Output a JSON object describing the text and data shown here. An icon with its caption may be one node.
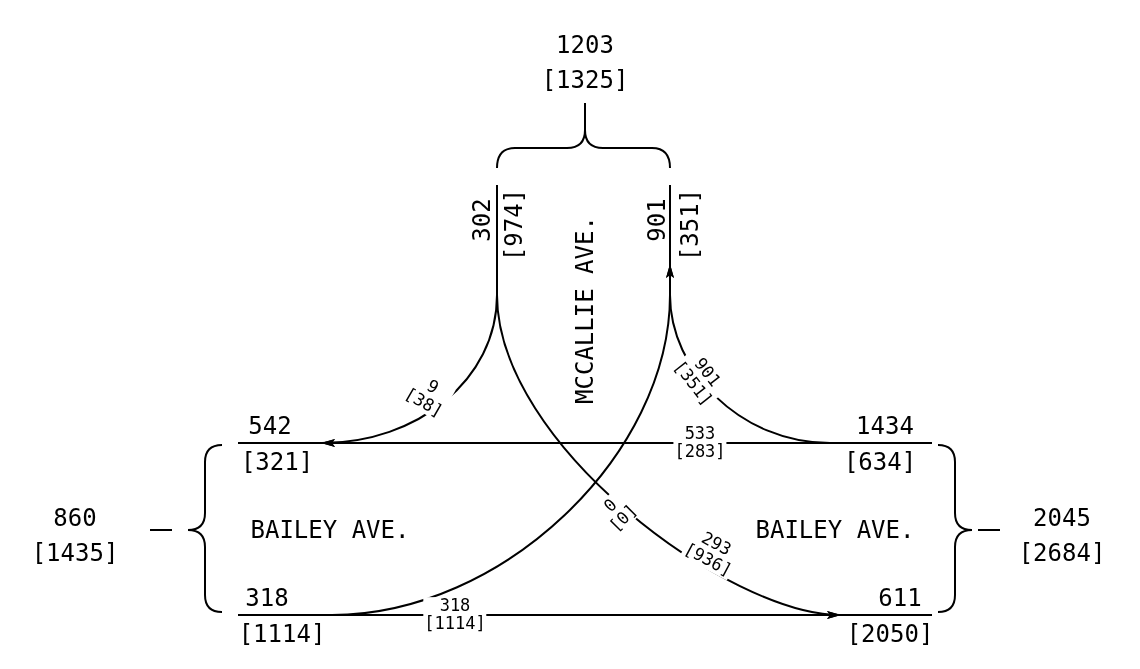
{
  "diagram": {
    "nodes": [
      {
        "text": [
          "302",
          "[974]"
        ]
      },
      {
        "text": [
          "901",
          "[351]"
        ]
      },
      {
        "text": [
          "542",
          "[321]"
        ]
      },
      {
        "text": [
          "318",
          "[1114]"
        ]
      },
      {
        "text": [
          "1434",
          "[634]"
        ]
      },
      {
        "text": [
          "611",
          "[2050]"
        ]
      }
    ],
    "edges": [
      {
        "from": 0,
        "to": 2,
        "arrow": "to",
        "label": "9 [38]"
      },
      {
        "from": 0,
        "to": 5,
        "arrow": "to",
        "label": "293 [936]"
      },
      {
        "from": 4,
        "to": 1,
        "arrow": "to",
        "label": "901 [351]"
      },
      {
        "from": 4,
        "to": 2,
        "arrow": "to",
        "label": "533 [283]"
      },
      {
        "from": 3,
        "to": 1,
        "arrow": "to",
        "label": "0 [0]"
      },
      {
        "from": 3,
        "to": 5,
        "arrow": "to",
        "label": "318 [1114]"
      }
    ],
    "labels": [
      "1203",
      "[1325]",
      "MCCALLIE AVE.",
      "860",
      "[1435]",
      "BAILEY AVE.",
      "BAILEY AVE.",
      "2045",
      "[2684]"
    ]
  }
}
